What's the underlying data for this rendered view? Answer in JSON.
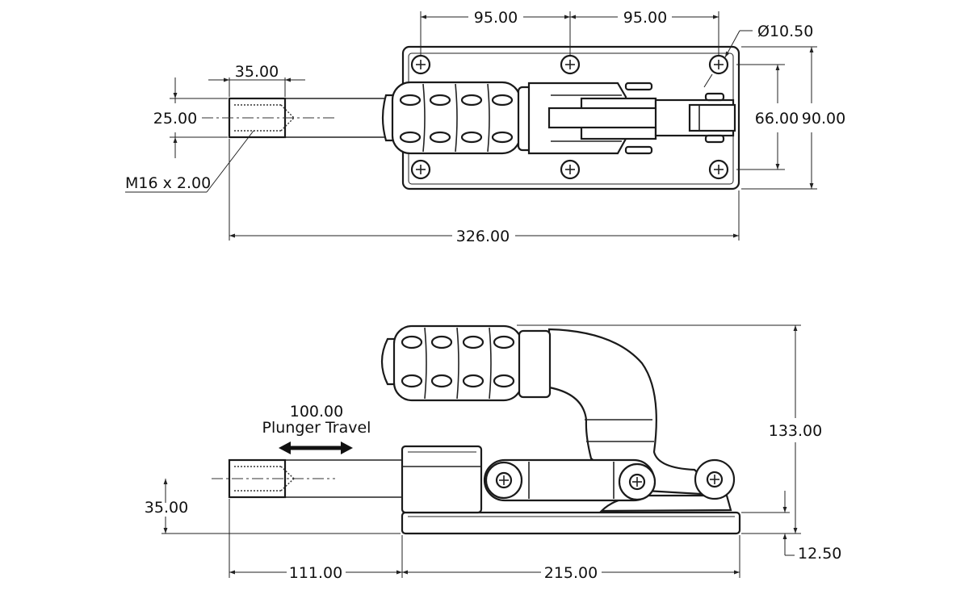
{
  "top_view": {
    "hole_pitch_left": "95.00",
    "hole_pitch_right": "95.00",
    "hole_diameter": "Ø10.50",
    "thread_length": "35.00",
    "thread_diameter": "25.00",
    "thread_spec": "M16 x 2.00",
    "hole_spacing_vertical": "66.00",
    "base_width": "90.00",
    "overall_length": "326.00"
  },
  "side_view": {
    "travel_value": "100.00",
    "travel_label": "Plunger Travel",
    "plunger_height": "35.00",
    "overall_height": "133.00",
    "base_thickness": "12.50",
    "plunger_extension": "111.00",
    "base_length": "215.00"
  }
}
